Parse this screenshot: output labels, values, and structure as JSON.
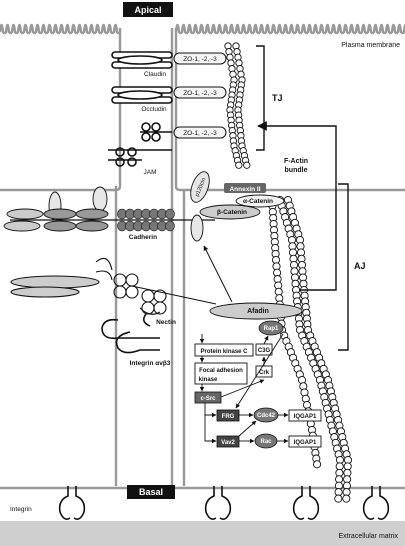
{
  "labels": {
    "apical": "Apical",
    "basal": "Basal",
    "plasma_membrane": "Plasma membrane",
    "extracellular_matrix": "Extracellular matrix",
    "claudin": "Claudin",
    "occludin": "Occludin",
    "jam": "JAM",
    "zo1": "ZO-1, -2, -3",
    "zo2": "ZO-1, -2, -3",
    "zo3": "ZO-1, -2, -3",
    "tj": "TJ",
    "aj": "AJ",
    "factin_line1": "F-Actin",
    "factin_line2": "bundle",
    "annexin": "Annexin II",
    "alpha_catenin": "α-Catenin",
    "beta_catenin": "β-Catenin",
    "p120": "p120ctn",
    "cadherin": "Cadherin",
    "afadin": "Afadin",
    "nectin": "Nectin",
    "integrin_avb3": "Integrin αvβ3",
    "rap1": "Rap1",
    "pkc": "Protein kinase C",
    "fak_line1": "Focal adhesion",
    "fak_line2": "kinase",
    "c3g": "C3G",
    "crk": "Crk",
    "csrc": "c-Src",
    "frg": "FRG",
    "cdc42": "Cdc42",
    "iqgap1_a": "IQGAP1",
    "vav2": "Vav2",
    "rac": "Rac",
    "iqgap1_b": "IQGAP1",
    "integrin": "Integrin"
  },
  "colors": {
    "membrane": "#aaaaaa",
    "dark_fill": "#3a3a3a",
    "mid_fill": "#888888",
    "light_fill": "#d0d0d0",
    "ecm": "#cfcfcf"
  }
}
